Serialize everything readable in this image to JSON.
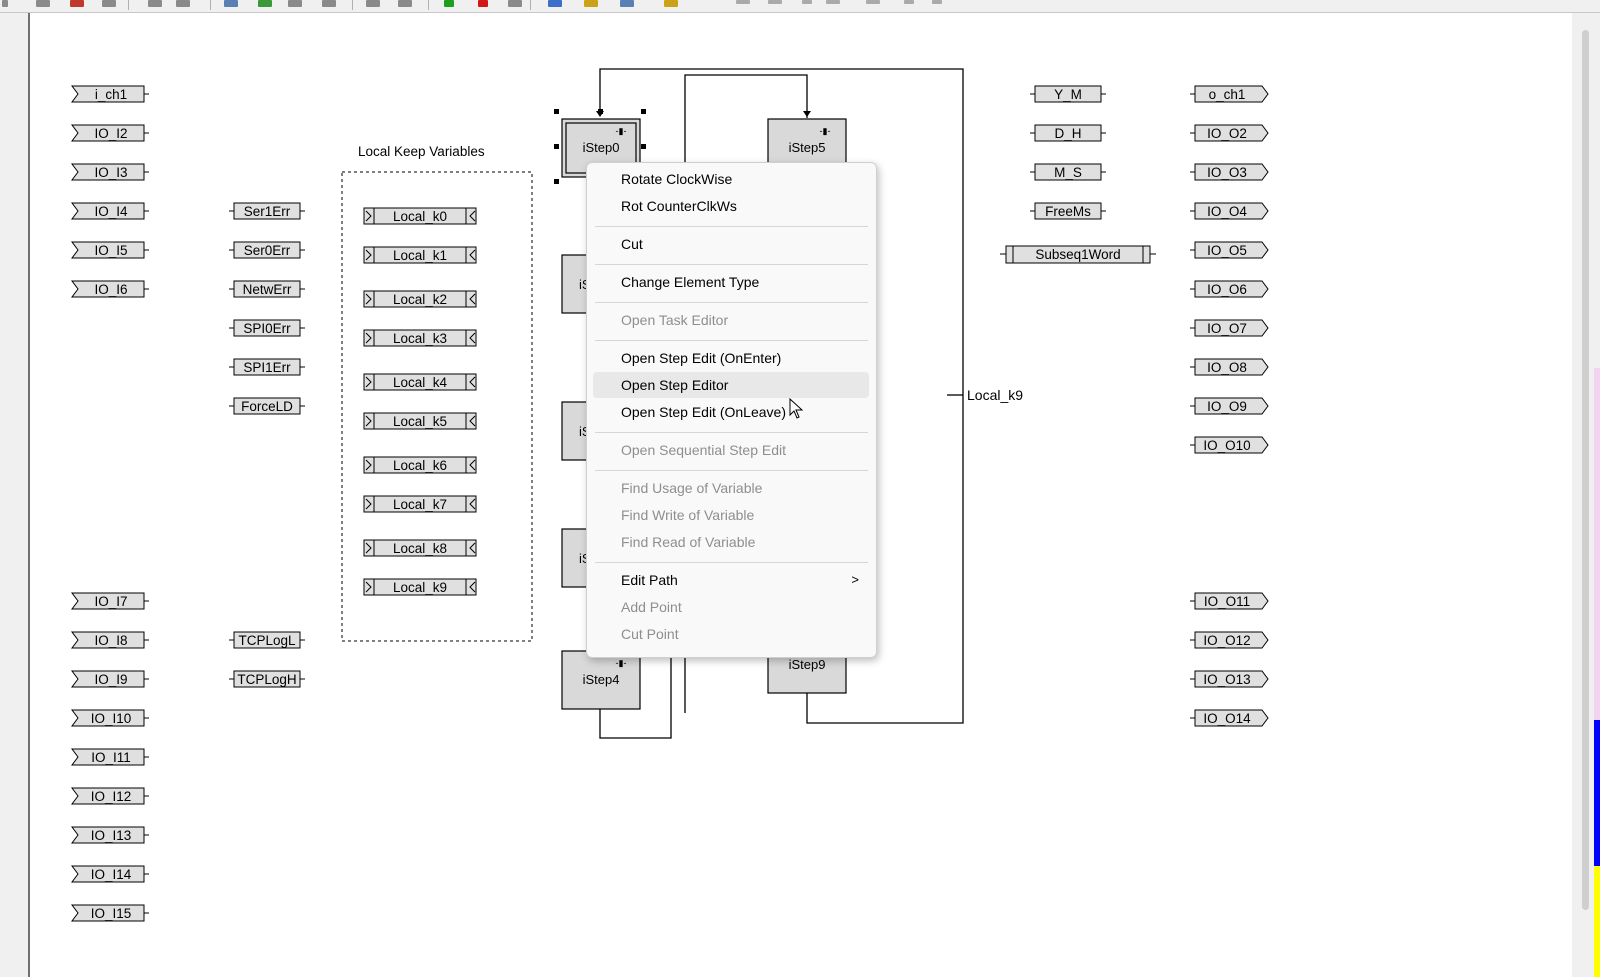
{
  "canvas": {
    "inputs_top": [
      "i_ch1",
      "IO_I2",
      "IO_I3",
      "IO_I4",
      "IO_I5",
      "IO_I6"
    ],
    "inputs_bottom": [
      "IO_I7",
      "IO_I8",
      "IO_I9",
      "IO_I10",
      "IO_I11",
      "IO_I12",
      "IO_I13",
      "IO_I14",
      "IO_I15"
    ],
    "errors": [
      "Ser1Err",
      "Ser0Err",
      "NetwErr",
      "SPI0Err",
      "SPI1Err",
      "ForceLD"
    ],
    "tcp": [
      "TCPLogL",
      "TCPLogH"
    ],
    "local_group_title": "Local Keep Variables",
    "locals": [
      "Local_k0",
      "Local_k1",
      "Local_k2",
      "Local_k3",
      "Local_k4",
      "Local_k5",
      "Local_k6",
      "Local_k7",
      "Local_k8",
      "Local_k9"
    ],
    "steps": {
      "s0": "iStep0",
      "s5": "iStep5",
      "s4": "iStep4",
      "s9": "iStep9",
      "partial": "iS"
    },
    "connector_label": "Local_k9",
    "time_vars": [
      "Y_M",
      "D_H",
      "M_S",
      "FreeMs"
    ],
    "subseq": "Subseq1Word",
    "outputs_top": [
      "o_ch1",
      "IO_O2",
      "IO_O3",
      "IO_O4",
      "IO_O5",
      "IO_O6",
      "IO_O7",
      "IO_O8",
      "IO_O9",
      "IO_O10"
    ],
    "outputs_bottom": [
      "IO_O11",
      "IO_O12",
      "IO_O13",
      "IO_O14"
    ]
  },
  "context_menu": {
    "rotate_cw": "Rotate ClockWise",
    "rotate_ccw": "Rot CounterClkWs",
    "cut": "Cut",
    "change_type": "Change Element Type",
    "open_task_editor": "Open Task Editor",
    "open_step_onenter": "Open Step Edit (OnEnter)",
    "open_step_editor": "Open Step Editor",
    "open_step_onleave": "Open Step Edit (OnLeave)",
    "open_seq_step": "Open Sequential Step Edit",
    "find_usage": "Find Usage of Variable",
    "find_write": "Find Write of Variable",
    "find_read": "Find Read of Variable",
    "edit_path": "Edit Path",
    "add_point": "Add Point",
    "cut_point": "Cut Point",
    "submenu_arrow": ">"
  },
  "colors": {
    "canvas": "#ffffff",
    "block_fill": "#d9d9d9",
    "menu_bg": "#f9f9f9",
    "strip_blue": "#0000ff",
    "strip_yellow": "#ffff00",
    "strip_pink": "#f2d3f2"
  }
}
